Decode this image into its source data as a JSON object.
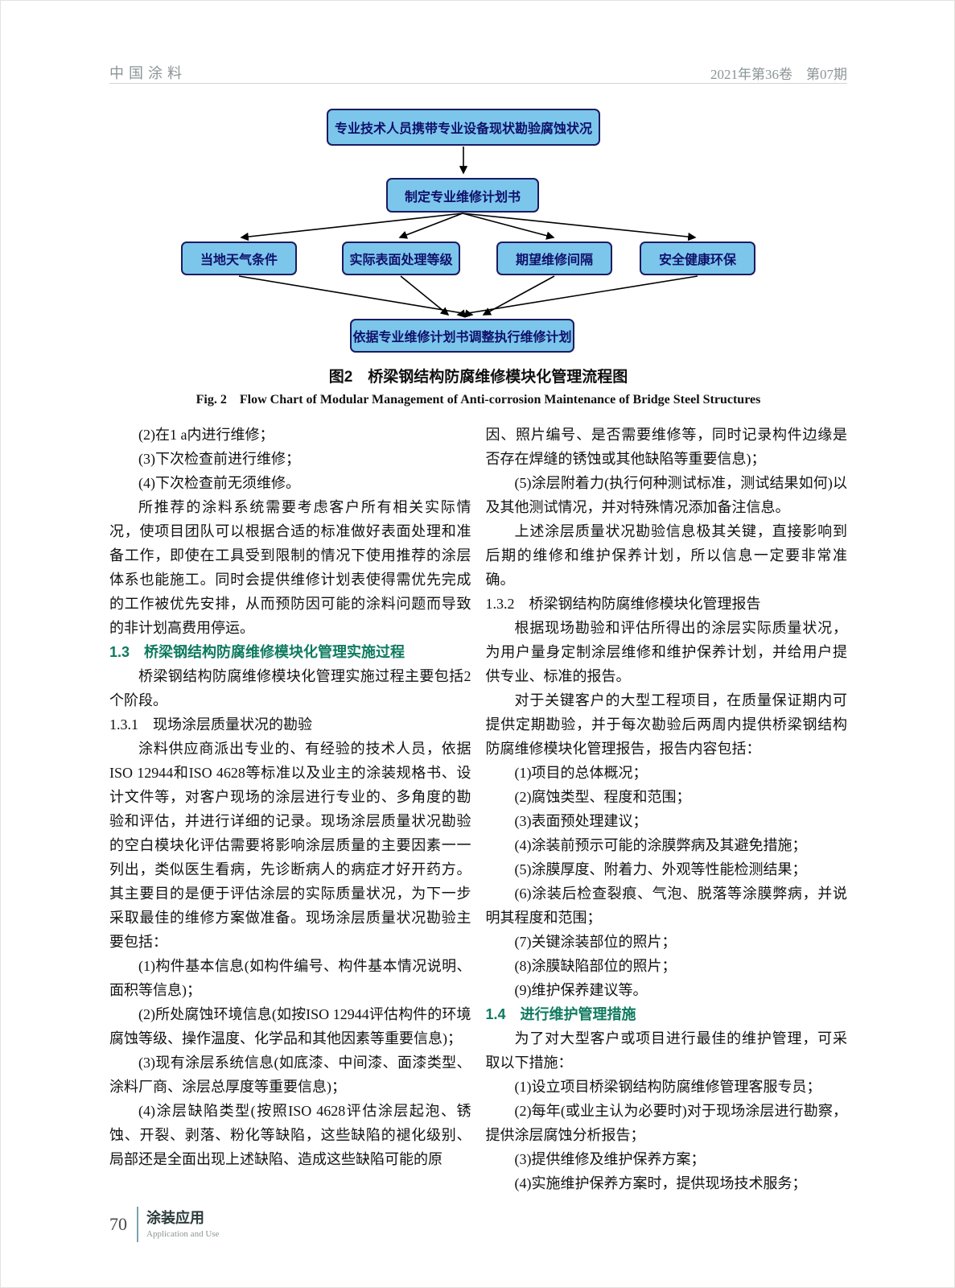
{
  "header": {
    "journal": "中国涂料",
    "issue": "2021年第36卷　第07期"
  },
  "flowchart": {
    "nodes": {
      "survey": "专业技术人员携带专业设备现状勘验腐蚀状况",
      "plan": "制定专业维修计划书",
      "factors": [
        "当地天气条件",
        "实际表面处理等级",
        "期望维修间隔",
        "安全健康环保"
      ],
      "execute": "依据专业维修计划书调整执行维修计划"
    },
    "colors": {
      "box_fill": "#7cc6ec",
      "box_border": "#1b1b60",
      "box_text": "#10106a",
      "arrow": "#000000"
    }
  },
  "figure": {
    "caption_zh": "图2　桥梁钢结构防腐维修模块化管理流程图",
    "caption_en": "Fig. 2　Flow Chart of Modular Management of Anti-corrosion Maintenance of Bridge Steel Structures"
  },
  "colors": {
    "heading_green": "#0e7a5f"
  },
  "columns": {
    "left": [
      {
        "style": "p",
        "text": "(2)在1 a内进行维修；"
      },
      {
        "style": "p",
        "text": "(3)下次检查前进行维修；"
      },
      {
        "style": "p",
        "text": "(4)下次检查前无须维修。"
      },
      {
        "style": "p",
        "text": "所推荐的涂料系统需要考虑客户所有相关实际情况，使项目团队可以根据合适的标准做好表面处理和准备工作，即使在工具受到限制的情况下使用推荐的涂层体系也能施工。同时会提供维修计划表使得需优先完成的工作被优先安排，从而预防因可能的涂料问题而导致的非计划高费用停运。"
      },
      {
        "style": "h2",
        "text": "1.3　桥梁钢结构防腐维修模块化管理实施过程"
      },
      {
        "style": "p",
        "text": "桥梁钢结构防腐维修模块化管理实施过程主要包括2个阶段。"
      },
      {
        "style": "h3",
        "text": "1.3.1　现场涂层质量状况的勘验"
      },
      {
        "style": "p",
        "text": "涂料供应商派出专业的、有经验的技术人员，依据ISO 12944和ISO 4628等标准以及业主的涂装规格书、设计文件等，对客户现场的涂层进行专业的、多角度的勘验和评估，并进行详细的记录。现场涂层质量状况勘验的空白模块化评估需要将影响涂层质量的主要因素一一列出，类似医生看病，先诊断病人的病症才好开药方。其主要目的是便于评估涂层的实际质量状况，为下一步采取最佳的维修方案做准备。现场涂层质量状况勘验主要包括："
      },
      {
        "style": "p",
        "text": "(1)构件基本信息(如构件编号、构件基本情况说明、面积等信息)；"
      },
      {
        "style": "p",
        "text": "(2)所处腐蚀环境信息(如按ISO 12944评估构件的环境腐蚀等级、操作温度、化学品和其他因素等重要信息)；"
      },
      {
        "style": "p",
        "text": "(3)现有涂层系统信息(如底漆、中间漆、面漆类型、涂料厂商、涂层总厚度等重要信息)；"
      },
      {
        "style": "p",
        "text": "(4)涂层缺陷类型(按照ISO 4628评估涂层起泡、锈蚀、开裂、剥落、粉化等缺陷，这些缺陷的褪化级别、局部还是全面出现上述缺陷、造成这些缺陷可能的原"
      }
    ],
    "right": [
      {
        "style": "pc",
        "text": "因、照片编号、是否需要维修等，同时记录构件边缘是否存在焊缝的锈蚀或其他缺陷等重要信息)；"
      },
      {
        "style": "p",
        "text": "(5)涂层附着力(执行何种测试标准，测试结果如何)以及其他测试情况，并对特殊情况添加备注信息。"
      },
      {
        "style": "p",
        "text": "上述涂层质量状况勘验信息极其关键，直接影响到后期的维修和维护保养计划，所以信息一定要非常准确。"
      },
      {
        "style": "h3",
        "text": "1.3.2　桥梁钢结构防腐维修模块化管理报告"
      },
      {
        "style": "p",
        "text": "根据现场勘验和评估所得出的涂层实际质量状况，为用户量身定制涂层维修和维护保养计划，并给用户提供专业、标准的报告。"
      },
      {
        "style": "p",
        "text": "对于关键客户的大型工程项目，在质量保证期内可提供定期勘验，并于每次勘验后两周内提供桥梁钢结构防腐维修模块化管理报告，报告内容包括："
      },
      {
        "style": "p",
        "text": "(1)项目的总体概况；"
      },
      {
        "style": "p",
        "text": "(2)腐蚀类型、程度和范围；"
      },
      {
        "style": "p",
        "text": "(3)表面预处理建议；"
      },
      {
        "style": "p",
        "text": "(4)涂装前预示可能的涂膜弊病及其避免措施；"
      },
      {
        "style": "p",
        "text": "(5)涂膜厚度、附着力、外观等性能检测结果；"
      },
      {
        "style": "p",
        "text": "(6)涂装后检查裂痕、气泡、脱落等涂膜弊病，并说明其程度和范围；"
      },
      {
        "style": "p",
        "text": "(7)关键涂装部位的照片；"
      },
      {
        "style": "p",
        "text": "(8)涂膜缺陷部位的照片；"
      },
      {
        "style": "p",
        "text": "(9)维护保养建议等。"
      },
      {
        "style": "h2",
        "text": "1.4　进行维护管理措施"
      },
      {
        "style": "p",
        "text": "为了对大型客户或项目进行最佳的维护管理，可采取以下措施："
      },
      {
        "style": "p",
        "text": "(1)设立项目桥梁钢结构防腐维修管理客服专员；"
      },
      {
        "style": "p",
        "text": "(2)每年(或业主认为必要时)对于现场涂层进行勘察，提供涂层腐蚀分析报告；"
      },
      {
        "style": "p",
        "text": "(3)提供维修及维护保养方案；"
      },
      {
        "style": "p",
        "text": "(4)实施维护保养方案时，提供现场技术服务；"
      }
    ]
  },
  "footer": {
    "page_number": "70",
    "section_zh": "涂装应用",
    "section_en": "Application and Use"
  }
}
